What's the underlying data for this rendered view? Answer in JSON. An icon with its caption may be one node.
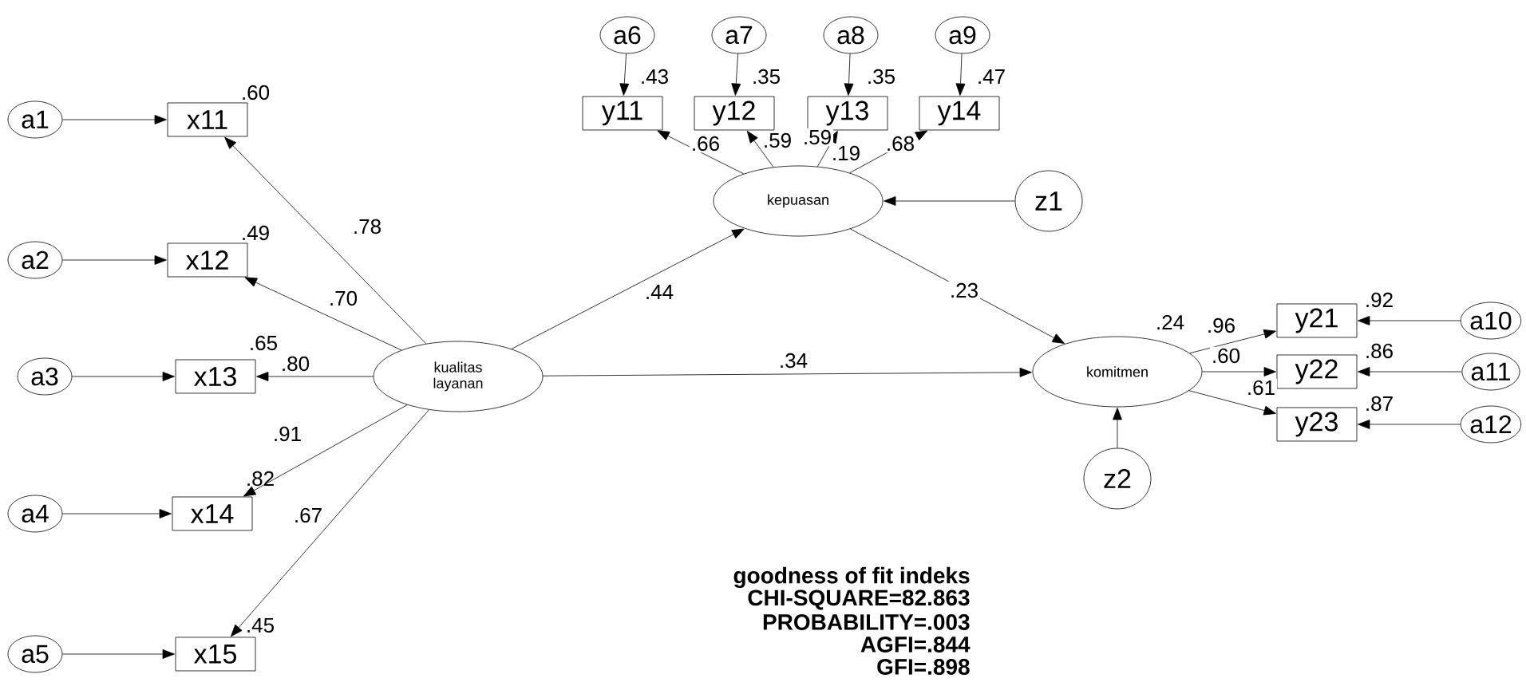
{
  "diagram": {
    "nodes": [
      {
        "text": [
          "a1"
        ]
      },
      {
        "text": [
          "x11"
        ],
        "beside": [
          ".60"
        ]
      },
      {
        "text": [
          "a2"
        ]
      },
      {
        "text": [
          "x12"
        ],
        "beside": [
          ".49"
        ]
      },
      {
        "text": [
          "a3"
        ]
      },
      {
        "text": [
          "x13"
        ],
        "beside": [
          ".65"
        ]
      },
      {
        "text": [
          "a4"
        ]
      },
      {
        "text": [
          "x14"
        ],
        "beside": [
          ".82"
        ]
      },
      {
        "text": [
          "a5"
        ]
      },
      {
        "text": [
          "x15"
        ],
        "beside": [
          ".45"
        ]
      },
      {
        "text": [
          "kualitas layanan"
        ]
      },
      {
        "text": [
          "a6"
        ]
      },
      {
        "text": [
          "a7"
        ]
      },
      {
        "text": [
          "a8"
        ]
      },
      {
        "text": [
          "a9"
        ]
      },
      {
        "text": [
          "y11"
        ],
        "beside": [
          ".43"
        ]
      },
      {
        "text": [
          "y12"
        ],
        "beside": [
          ".35"
        ]
      },
      {
        "text": [
          "y13"
        ],
        "beside": [
          ".35"
        ]
      },
      {
        "text": [
          "y14"
        ],
        "beside": [
          ".47"
        ]
      },
      {
        "text": [
          "kepuasan"
        ],
        "beside": [
          ".19"
        ]
      },
      {
        "text": [
          "z1"
        ]
      },
      {
        "text": [
          "komitmen"
        ],
        "beside": [
          ".24"
        ]
      },
      {
        "text": [
          "z2"
        ]
      },
      {
        "text": [
          "y21"
        ],
        "beside": [
          ".92"
        ]
      },
      {
        "text": [
          "y22"
        ],
        "beside": [
          ".86"
        ]
      },
      {
        "text": [
          "y23"
        ],
        "beside": [
          ".87"
        ]
      },
      {
        "text": [
          "a10"
        ]
      },
      {
        "text": [
          "a11"
        ]
      },
      {
        "text": [
          "a12"
        ]
      }
    ],
    "edges": [
      {
        "from": 0,
        "to": 1,
        "arrow": "to"
      },
      {
        "from": 2,
        "to": 3,
        "arrow": "to"
      },
      {
        "from": 4,
        "to": 5,
        "arrow": "to"
      },
      {
        "from": 6,
        "to": 7,
        "arrow": "to"
      },
      {
        "from": 8,
        "to": 9,
        "arrow": "to"
      },
      {
        "from": 10,
        "to": 1,
        "arrow": "to",
        "label": ".78"
      },
      {
        "from": 10,
        "to": 3,
        "arrow": "to",
        "label": ".70"
      },
      {
        "from": 10,
        "to": 5,
        "arrow": "to",
        "label": ".80"
      },
      {
        "from": 10,
        "to": 7,
        "arrow": "to",
        "label": ".91"
      },
      {
        "from": 10,
        "to": 9,
        "arrow": "to",
        "label": ".67"
      },
      {
        "from": 11,
        "to": 15,
        "arrow": "to"
      },
      {
        "from": 12,
        "to": 16,
        "arrow": "to"
      },
      {
        "from": 13,
        "to": 17,
        "arrow": "to"
      },
      {
        "from": 14,
        "to": 18,
        "arrow": "to"
      },
      {
        "from": 19,
        "to": 15,
        "arrow": "to",
        "label": ".66"
      },
      {
        "from": 19,
        "to": 16,
        "arrow": "to",
        "label": ".59"
      },
      {
        "from": 19,
        "to": 17,
        "arrow": "to",
        "label": ".59"
      },
      {
        "from": 19,
        "to": 18,
        "arrow": "to",
        "label": ".68"
      },
      {
        "from": 20,
        "to": 19,
        "arrow": "to"
      },
      {
        "from": 10,
        "to": 19,
        "arrow": "to",
        "label": ".44"
      },
      {
        "from": 19,
        "to": 21,
        "arrow": "to",
        "label": ".23"
      },
      {
        "from": 10,
        "to": 21,
        "arrow": "to",
        "label": ".34"
      },
      {
        "from": 22,
        "to": 21,
        "arrow": "to"
      },
      {
        "from": 21,
        "to": 23,
        "arrow": "to",
        "label": ".96"
      },
      {
        "from": 21,
        "to": 24,
        "arrow": "to",
        "label": ".60"
      },
      {
        "from": 21,
        "to": 25,
        "arrow": "to",
        "label": ".61"
      },
      {
        "from": 26,
        "to": 23,
        "arrow": "to"
      },
      {
        "from": 27,
        "to": 24,
        "arrow": "to"
      },
      {
        "from": 28,
        "to": 25,
        "arrow": "to"
      }
    ],
    "labels": [
      "goodness of fit indeks",
      "CHI-SQUARE=82.863",
      "PROBABILITY=.003",
      "AGFI=.844",
      "GFI=.898"
    ]
  }
}
